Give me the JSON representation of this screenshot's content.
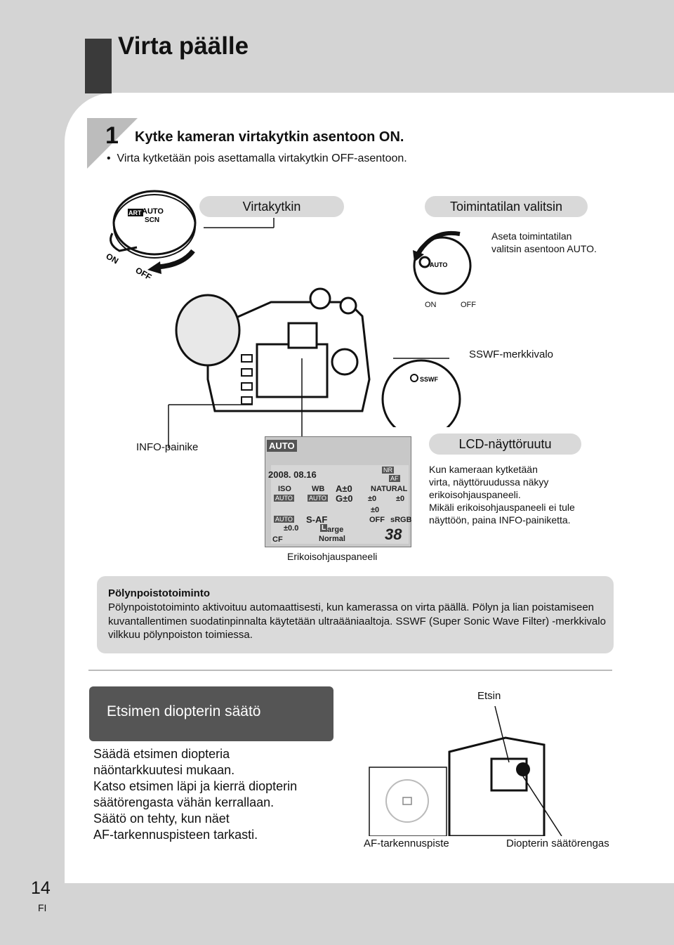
{
  "page": {
    "title": "Virta päälle",
    "number": "14",
    "language": "FI"
  },
  "step1": {
    "number": "1",
    "heading": "Kytke kameran virtakytkin asentoon ON.",
    "bullet": "Virta kytketään pois asettamalla virtakytkin OFF-asentoon."
  },
  "labels": {
    "power_switch": "Virtakytkin",
    "mode_dial": "Toimintatilan valitsin",
    "mode_dial_note_line1": "Aseta toimintatilan",
    "mode_dial_note_line2": "valitsin asentoon AUTO.",
    "on": "ON",
    "off": "OFF",
    "sswf_lamp": "SSWF-merkkivalo",
    "sswf": "SSWF",
    "info_button": "INFO-painike",
    "lcd": "LCD-näyttöruutu",
    "lcd_note": [
      "Kun kameraan kytketään",
      "virta, näyttöruudussa näkyy",
      "erikoisohjauspaneeli.",
      "Mikäli erikoisohjauspaneeli ei tule",
      "näyttöön, paina INFO-painiketta."
    ],
    "super_panel": "Erikoisohjauspaneeli",
    "dial_auto": "AUTO",
    "dial_art": "ART",
    "dial_scn": "SCN"
  },
  "lcd_panel": {
    "mode": "AUTO",
    "date": "2008. 08.16",
    "nr": "NR",
    "af": "AF",
    "iso": "ISO",
    "iso_val": "AUTO",
    "wb": "WB",
    "wb_val": "AUTO",
    "a_comp": "A±0",
    "g_comp": "G±0",
    "picture_mode": "NATURAL",
    "s_val": "±0",
    "c_val": "±0",
    "grad_val": "±0",
    "flash_val": "AUTO",
    "af_mode": "S-AF",
    "ev": "±0.0",
    "size": "arge",
    "size_letter": "L",
    "quality": "Normal",
    "card": "CF",
    "face": "OFF",
    "color_space": "sRGB",
    "shots": "38"
  },
  "dust_note": {
    "title": "Pölynpoistotoiminto",
    "body": "Pölynpoistotoiminto aktivoituu automaattisesti, kun kamerassa on virta päällä. Pölyn ja lian poistamiseen kuvantallentimen suodatinpinnalta käytetään ultraääniaaltoja. SSWF (Super Sonic Wave Filter) -merkkivalo vilkkuu pölynpoiston toimiessa."
  },
  "diopter": {
    "title": "Etsimen diopterin säätö",
    "body": [
      "Säädä etsimen diopteria",
      "näöntarkkuutesi mukaan.",
      "Katso etsimen läpi ja kierrä diopterin",
      "säätörengasta vähän kerrallaan.",
      "Säätö on tehty, kun näet",
      "AF-tarkennuspisteen tarkasti."
    ],
    "viewfinder": "Etsin",
    "af_point": "AF-tarkennuspiste",
    "diopter_ring": "Diopterin säätörengas"
  }
}
